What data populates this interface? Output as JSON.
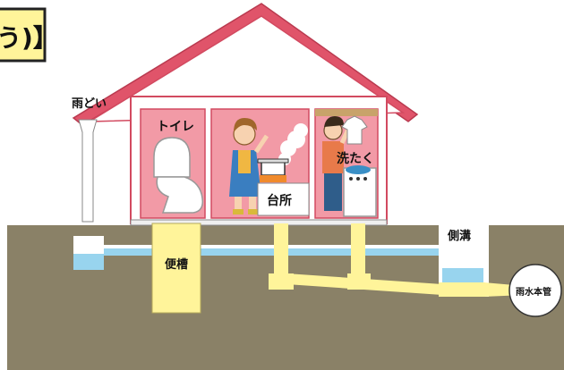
{
  "header": {
    "title_fragment": "う)】"
  },
  "labels": {
    "downspout": "雨どい",
    "toilet": "トイレ",
    "kitchen": "台所",
    "laundry": "洗たく",
    "septic": "便槽",
    "gutter": "側溝",
    "main": "雨水本管"
  },
  "colors": {
    "ground": "#8a8167",
    "roof": "#e0546a",
    "room_pink": "#f29aa6",
    "rain_water": "#98d4ee",
    "waste_water": "#fff49a",
    "wall": "#ffffff"
  }
}
